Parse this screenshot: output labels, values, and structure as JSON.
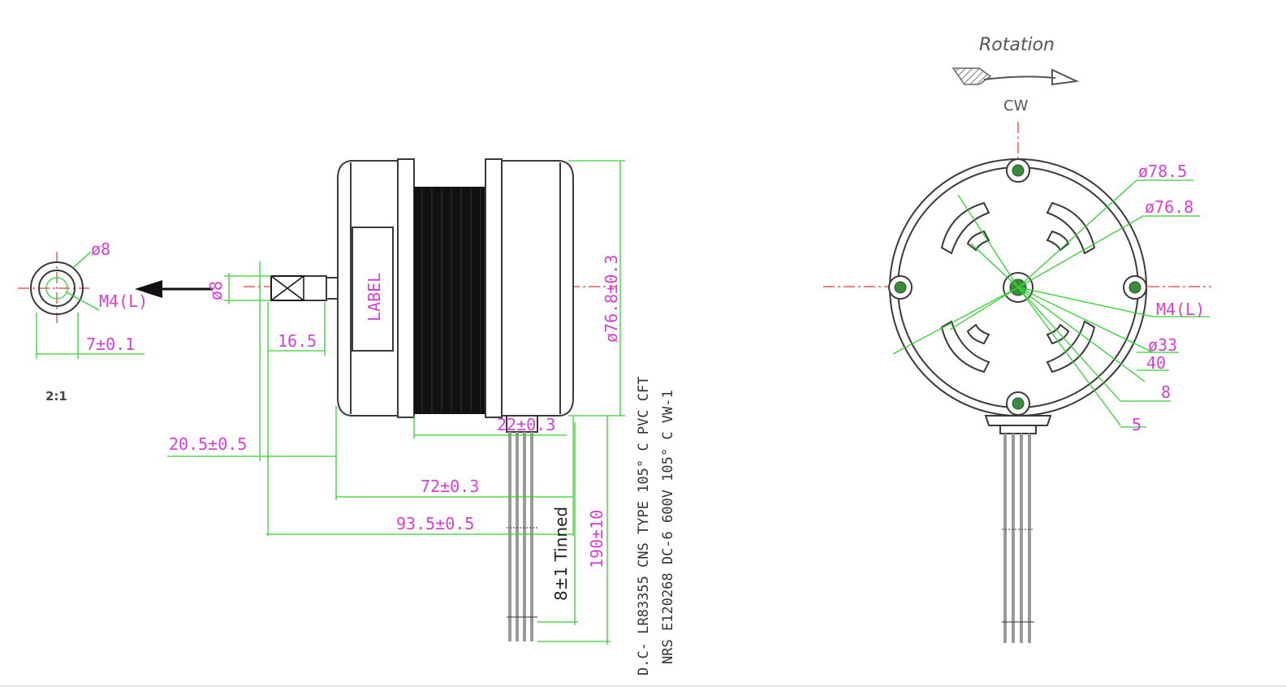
{
  "colors": {
    "outline": "#3a3a3a",
    "dimension_line": "#33d033",
    "dimension_text": "#d63fd6",
    "centerline": "#e23b3b",
    "winding": "#111111",
    "grey_wire": "#9a9a9a"
  },
  "scale_label": "2:1",
  "shaft_end_view": {
    "dia_label": "ø8",
    "thread_label": "M4(L)",
    "depth_label": "7±0.1"
  },
  "side_view": {
    "shaft_dia_label": "ø8",
    "shaft_len_label": "16.5",
    "body_label": "LABEL",
    "body_dia_label": "ø76.8±0.3",
    "flange_label": "22±0.3",
    "shaft_total_label": "20.5±0.5",
    "body_len_label": "72±0.3",
    "overall_len_label": "93.5±0.5",
    "tinned_label": "8±1 Tinned",
    "lead_len_label": "190±10",
    "cable_spec_line1": "D.C- LR83355 CNS TYPE 105° C PVC CFT",
    "cable_spec_line2": "NRS  E120268   DC-6 600V 105° C VW-1"
  },
  "end_view": {
    "rotation_label": "Rotation",
    "direction_label": "CW",
    "outer_dia_label": "ø78.5",
    "inner_dia_label": "ø76.8",
    "thread_label": "M4(L)",
    "bolt_circle_label": "ø33",
    "pcd_label": "40",
    "slot_label": "8",
    "slot_width_label": "5"
  }
}
